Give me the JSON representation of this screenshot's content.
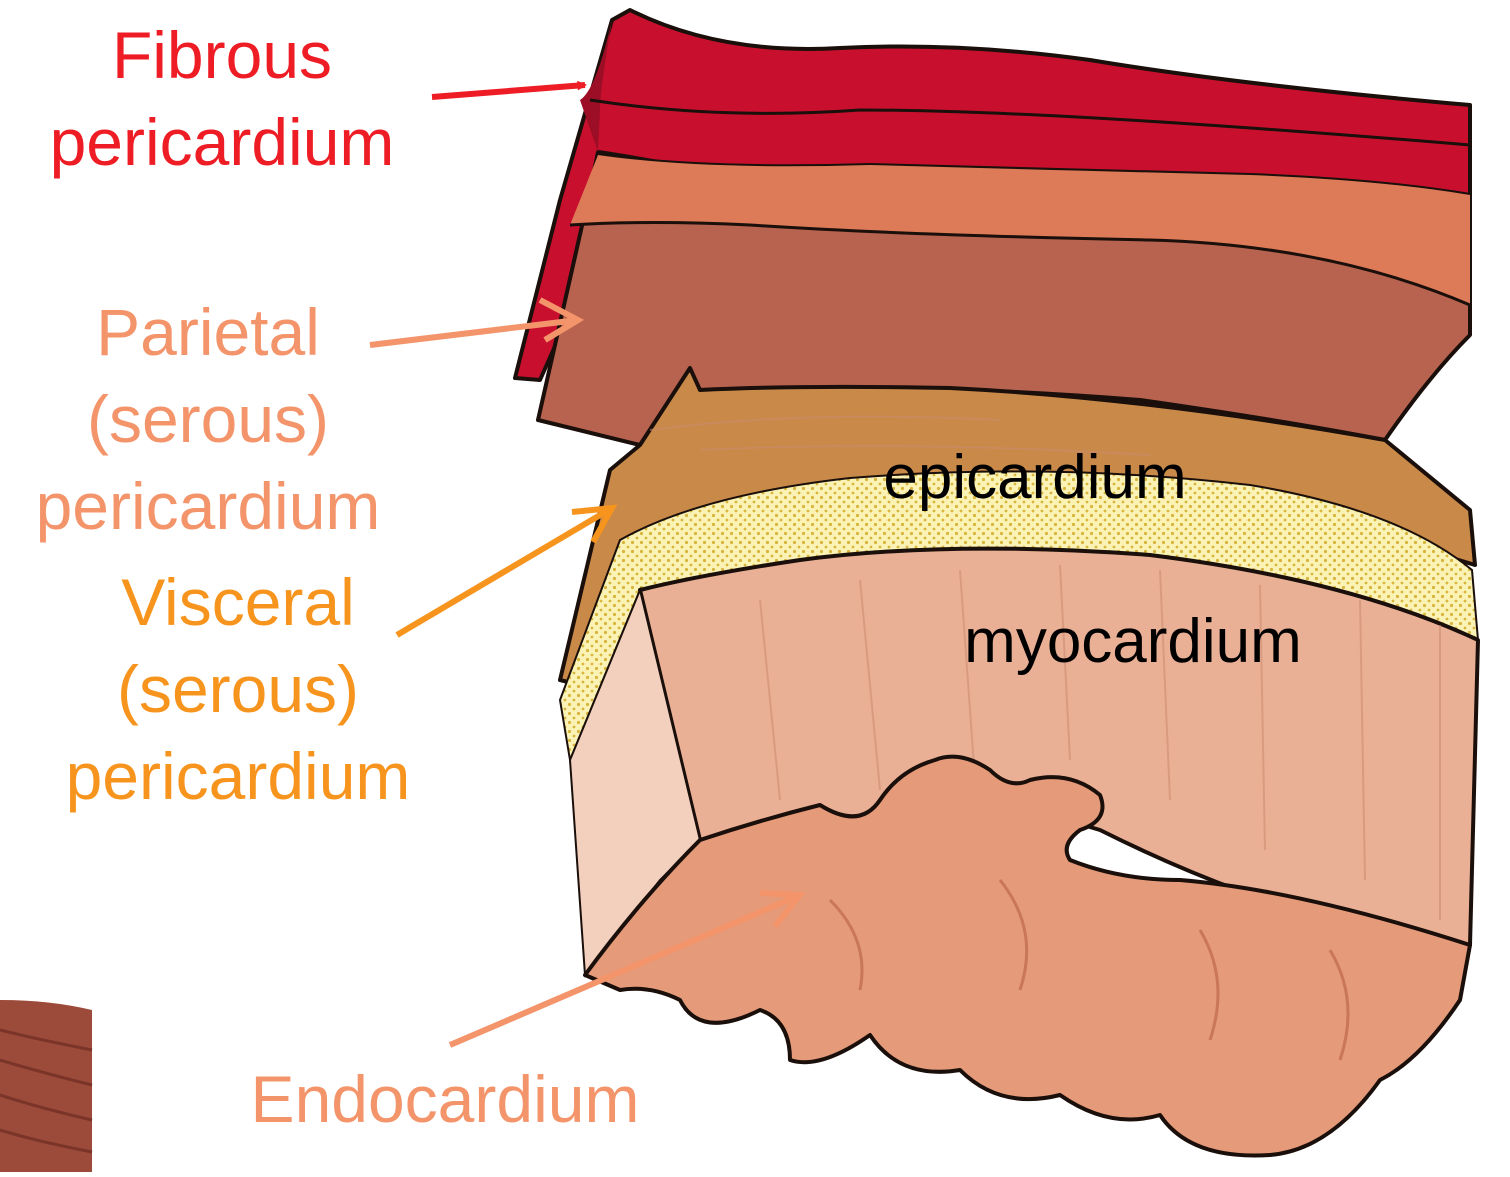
{
  "labels": {
    "fibrous": {
      "line1": "Fibrous",
      "line2": "pericardium"
    },
    "parietal": {
      "line1": "Parietal",
      "line2": "(serous)",
      "line3": "pericardium"
    },
    "visceral": {
      "line1": "Visceral",
      "line2": "(serous)",
      "line3": "pericardium"
    },
    "endocardium": "Endocardium",
    "epicardium": "epicardium",
    "myocardium": "myocardium"
  },
  "colors": {
    "fibrous": "#ee1c24",
    "parietal": "#f4946a",
    "visceral": "#f7941d",
    "endocardium": "#f4946a",
    "tissue_text": "#000000"
  }
}
